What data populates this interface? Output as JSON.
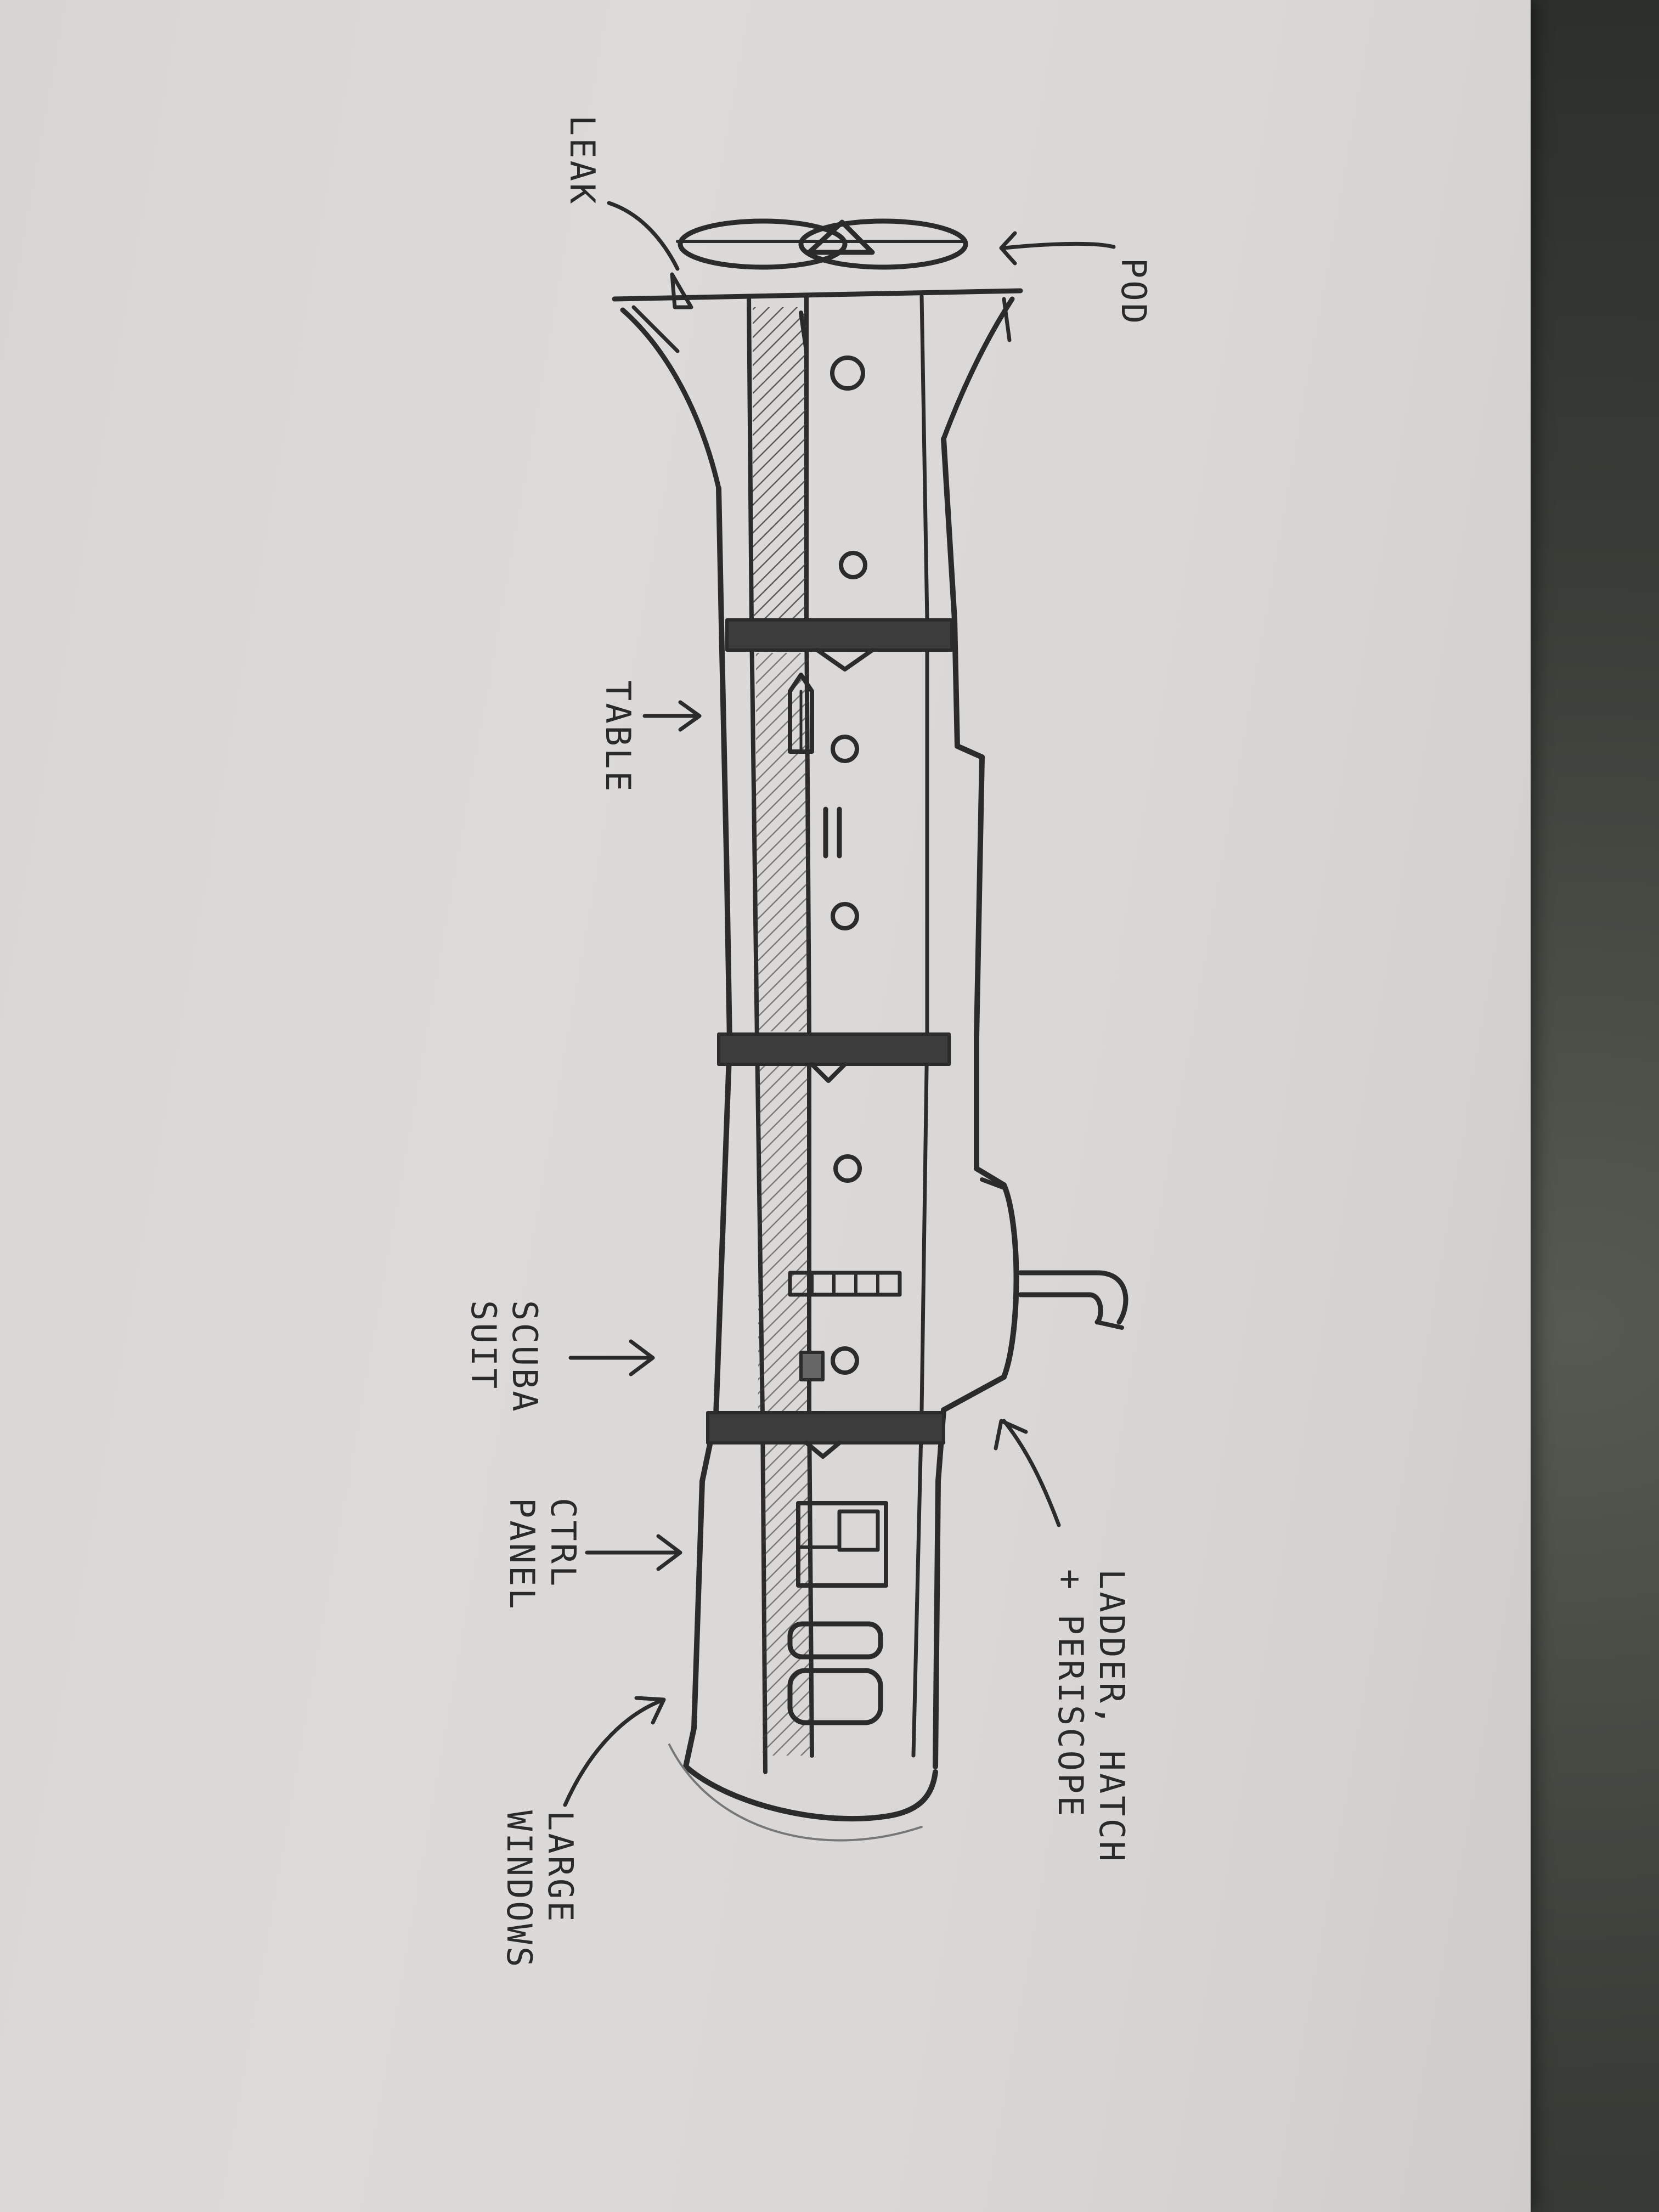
{
  "colors": {
    "paper": "#dcdad8",
    "graphite": "#2b2b2b",
    "graphite_light": "#6e6e6e",
    "desk": "#3a3d37"
  },
  "labels": {
    "leak": "LEAK",
    "pod": "POD",
    "table": "TABLE",
    "scuba_suit_line1": "SCUBA",
    "scuba_suit_line2": "SUIT",
    "ctrl_panel_line1": "CTRL",
    "ctrl_panel_line2": "PANEL",
    "large_windows_line1": "LARGE",
    "large_windows_line2": "WINDOWS",
    "ladder_line1": "LADDER, HATCH",
    "ladder_line2": "+ PERISCOPE"
  }
}
